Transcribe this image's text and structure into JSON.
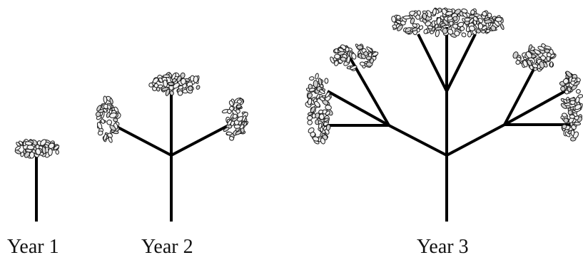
{
  "figure": {
    "panels": [
      {
        "label": "Year 1"
      },
      {
        "label": "Year 2"
      },
      {
        "label": "Year 3"
      }
    ]
  }
}
